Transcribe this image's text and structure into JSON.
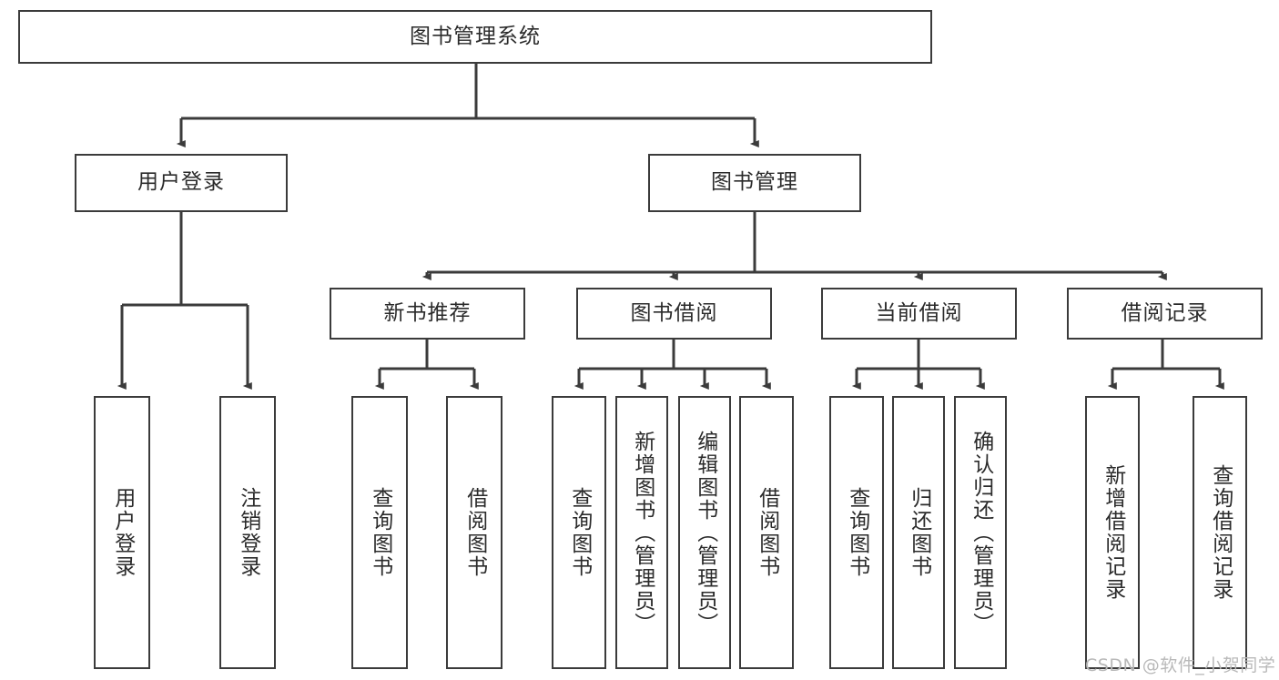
{
  "diagram": {
    "title": "图书管理系统",
    "type": "tree-hierarchy-chart",
    "orientation": "top-down",
    "colors": {
      "box_border": "#3b3b3b",
      "box_fill": "#ffffff",
      "edge": "#3b3b3b",
      "text": "#2b2b2b",
      "background": "#ffffff",
      "watermark": "#b9b9b9"
    }
  },
  "watermark": {
    "text": "CSDN @软件_小贺同学"
  },
  "nodes": {
    "root": {
      "label": "图书管理系统",
      "level": 0,
      "orientation": "horizontal"
    },
    "user_login": {
      "label": "用户登录",
      "level": 1,
      "orientation": "horizontal"
    },
    "book_manage": {
      "label": "图书管理",
      "level": 1,
      "orientation": "horizontal"
    },
    "new_book_rec": {
      "label": "新书推荐",
      "level": 2,
      "orientation": "horizontal"
    },
    "book_borrow": {
      "label": "图书借阅",
      "level": 2,
      "orientation": "horizontal"
    },
    "current_borrow": {
      "label": "当前借阅",
      "level": 2,
      "orientation": "horizontal"
    },
    "borrow_record": {
      "label": "借阅记录",
      "level": 2,
      "orientation": "horizontal"
    },
    "leaf_user_login": {
      "label": "用户登录",
      "level": 3,
      "orientation": "vertical"
    },
    "leaf_logout": {
      "label": "注销登录",
      "level": 3,
      "orientation": "vertical"
    },
    "leaf_rec_query": {
      "label": "查询图书",
      "level": 3,
      "orientation": "vertical"
    },
    "leaf_rec_borrow": {
      "label": "借阅图书",
      "level": 3,
      "orientation": "vertical"
    },
    "leaf_borrow_query": {
      "label": "查询图书",
      "level": 3,
      "orientation": "vertical"
    },
    "leaf_borrow_add": {
      "label": "新增图书（管理员）",
      "level": 3,
      "orientation": "vertical"
    },
    "leaf_borrow_edit": {
      "label": "编辑图书（管理员）",
      "level": 3,
      "orientation": "vertical"
    },
    "leaf_borrow_do": {
      "label": "借阅图书",
      "level": 3,
      "orientation": "vertical"
    },
    "leaf_cur_query": {
      "label": "查询图书",
      "level": 3,
      "orientation": "vertical"
    },
    "leaf_cur_return": {
      "label": "归还图书",
      "level": 3,
      "orientation": "vertical"
    },
    "leaf_cur_confirm": {
      "label": "确认归还（管理员）",
      "level": 3,
      "orientation": "vertical"
    },
    "leaf_rec_add": {
      "label": "新增借阅记录",
      "level": 3,
      "orientation": "vertical"
    },
    "leaf_rec_query2": {
      "label": "查询借阅记录",
      "level": 3,
      "orientation": "vertical"
    }
  },
  "edges": [
    {
      "from": "root",
      "to": "user_login"
    },
    {
      "from": "root",
      "to": "book_manage"
    },
    {
      "from": "user_login",
      "to": "leaf_user_login"
    },
    {
      "from": "user_login",
      "to": "leaf_logout"
    },
    {
      "from": "book_manage",
      "to": "new_book_rec"
    },
    {
      "from": "book_manage",
      "to": "book_borrow"
    },
    {
      "from": "book_manage",
      "to": "current_borrow"
    },
    {
      "from": "book_manage",
      "to": "borrow_record"
    },
    {
      "from": "new_book_rec",
      "to": "leaf_rec_query"
    },
    {
      "from": "new_book_rec",
      "to": "leaf_rec_borrow"
    },
    {
      "from": "book_borrow",
      "to": "leaf_borrow_query"
    },
    {
      "from": "book_borrow",
      "to": "leaf_borrow_add"
    },
    {
      "from": "book_borrow",
      "to": "leaf_borrow_edit"
    },
    {
      "from": "book_borrow",
      "to": "leaf_borrow_do"
    },
    {
      "from": "current_borrow",
      "to": "leaf_cur_query"
    },
    {
      "from": "current_borrow",
      "to": "leaf_cur_return"
    },
    {
      "from": "current_borrow",
      "to": "leaf_cur_confirm"
    },
    {
      "from": "borrow_record",
      "to": "leaf_rec_add"
    },
    {
      "from": "borrow_record",
      "to": "leaf_rec_query2"
    }
  ]
}
